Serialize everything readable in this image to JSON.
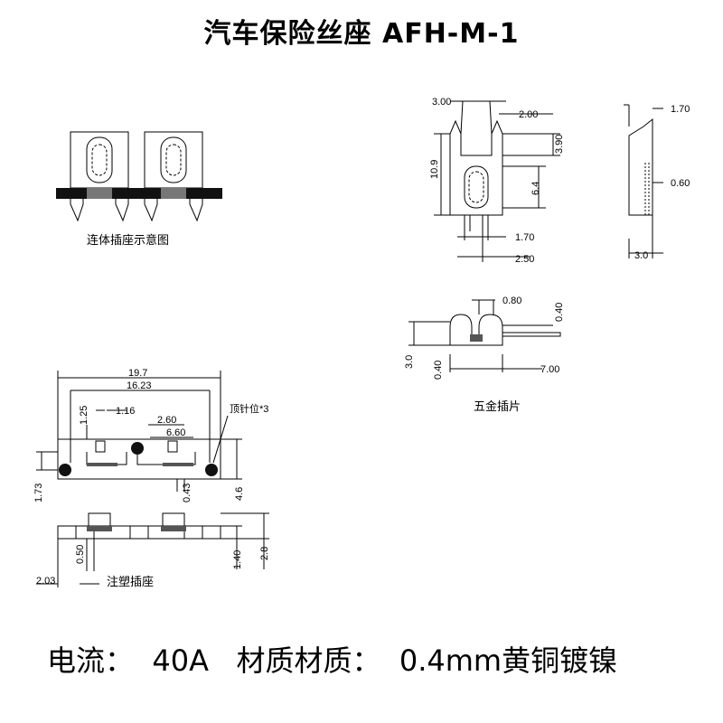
{
  "title": "汽车保险丝座 AFH-M-1",
  "captions": {
    "connected_socket": "连体插座示意图",
    "metal_insert": "五金插片",
    "molded_socket": "注塑插座"
  },
  "annotation": "顶针位*3",
  "dimensions": {
    "top_width": "3.00",
    "slot_width": "2.00",
    "slot_depth": "3.90",
    "total_height": "10.9",
    "inner_height": "6.4",
    "pin_gap": "1.70",
    "pin_span": "2.50",
    "side_top": "1.70",
    "side_thickness": "0.60",
    "side_width": "3.0",
    "insert_gap": "0.80",
    "insert_top": "0.40",
    "insert_height": "3.0",
    "insert_bottom": "0.40",
    "insert_length": "7.00",
    "overall_length": "19.7",
    "pin_center_span": "16.23",
    "slot_offset": "1.25",
    "slot_w": "1.16",
    "center_gap": "2.60",
    "contact_span": "6.60",
    "left_height": "1.73",
    "mid_height": "0.43",
    "body_height": "4.6",
    "base_offset": "0.50",
    "base_height": "1.40",
    "total_base_height": "2.8",
    "left_margin": "2.03"
  },
  "spec": {
    "label_current": "电流：",
    "current": "40A",
    "label_material": "材质材质：",
    "material": "0.4mm黄铜镀镍"
  }
}
